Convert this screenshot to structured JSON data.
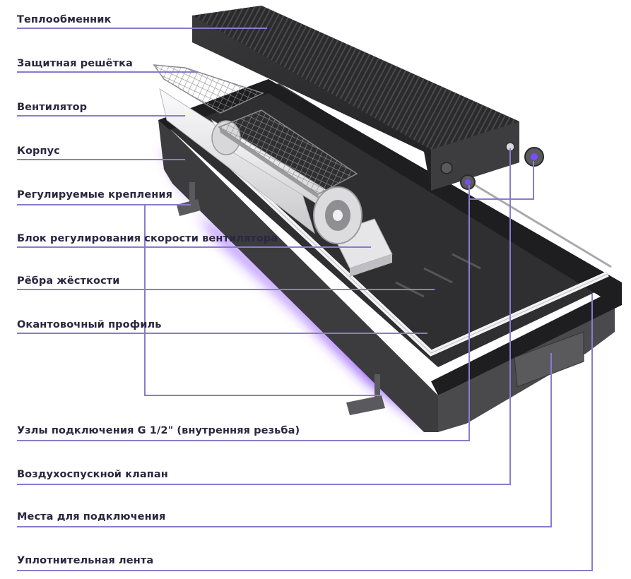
{
  "diagram": {
    "labels": {
      "heat_exchanger": "Теплообменник",
      "protective_grille": "Защитная решётка",
      "fan": "Вентилятор",
      "housing": "Корпус",
      "adjustable_mounts": "Регулируемые крепления",
      "fan_speed_control_unit": "Блок регулирования скорости вентилятора",
      "stiffening_ribs": "Рёбра жёсткости",
      "edging_profile": "Окантовочный профиль",
      "connection_nodes": "Узлы подключения G  1/2\" (внутренняя резьба)",
      "air_vent_valve": "Воздухоспускной клапан",
      "connection_points": "Места для подключения",
      "sealing_tape": "Уплотнительная лента"
    },
    "colors": {
      "leader_line": "#8a7bd0",
      "label_text": "#2b2740",
      "glow": "#7a2cff",
      "housing": "#3b3b3d",
      "heat_exchanger": "#2a2a2c",
      "grille": "#9a9a9a",
      "fan_body": "#e8e8ea"
    }
  }
}
